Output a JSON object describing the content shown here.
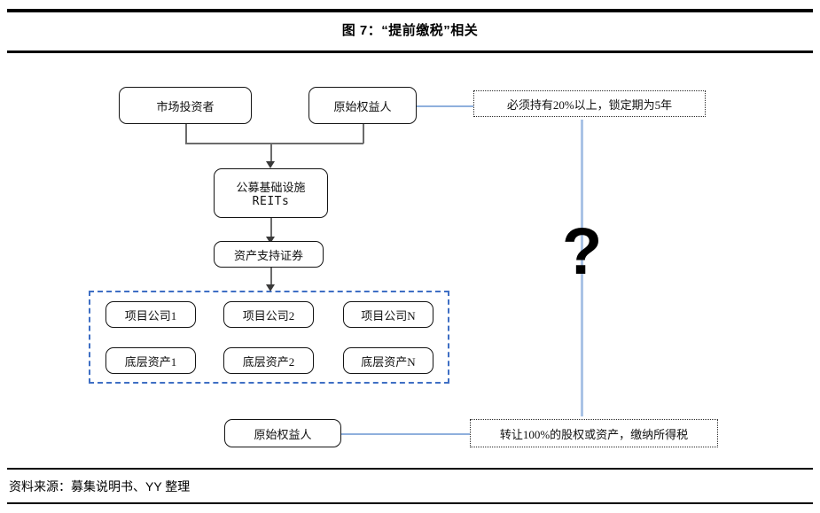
{
  "header": {
    "title": "图 7：“提前缴税”相关"
  },
  "footer": {
    "source": "资料来源：募集说明书、YY 整理"
  },
  "diagram": {
    "nodes": {
      "market_investor": "市场投资者",
      "original_owner_top": "原始权益人",
      "reits_line1": "公募基础设施",
      "reits_line2": "REITs",
      "abs": "资产支持证券",
      "project_company_1": "项目公司1",
      "project_company_2": "项目公司2",
      "project_company_n": "项目公司N",
      "underlying_asset_1": "底层资产1",
      "underlying_asset_2": "底层资产2",
      "underlying_asset_n": "底层资产N",
      "original_owner_bottom": "原始权益人"
    },
    "callouts": {
      "holding_rule": "必须持有20%以上，锁定期为5年",
      "transfer_tax": "转让100%的股权或资产，缴纳所得税"
    },
    "annotation": {
      "question_mark": "?"
    },
    "colors": {
      "group_border": "#3f6fc4",
      "blue_connector": "#aac3e6",
      "node_border": "#141414",
      "connector": "#6b6b6b"
    }
  }
}
